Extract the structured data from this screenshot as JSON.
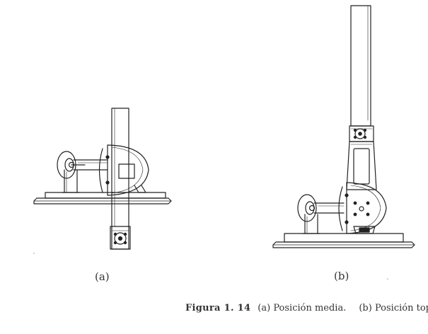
{
  "figure": {
    "subfigure_a_label": "(a)",
    "subfigure_b_label": "(b)",
    "caption_number": "Figura 1. 14",
    "caption_part_a": "(a) Posición media.",
    "caption_part_b": "(b) Posición tope"
  },
  "colors": {
    "ink": "#222222",
    "background": "#ffffff"
  }
}
